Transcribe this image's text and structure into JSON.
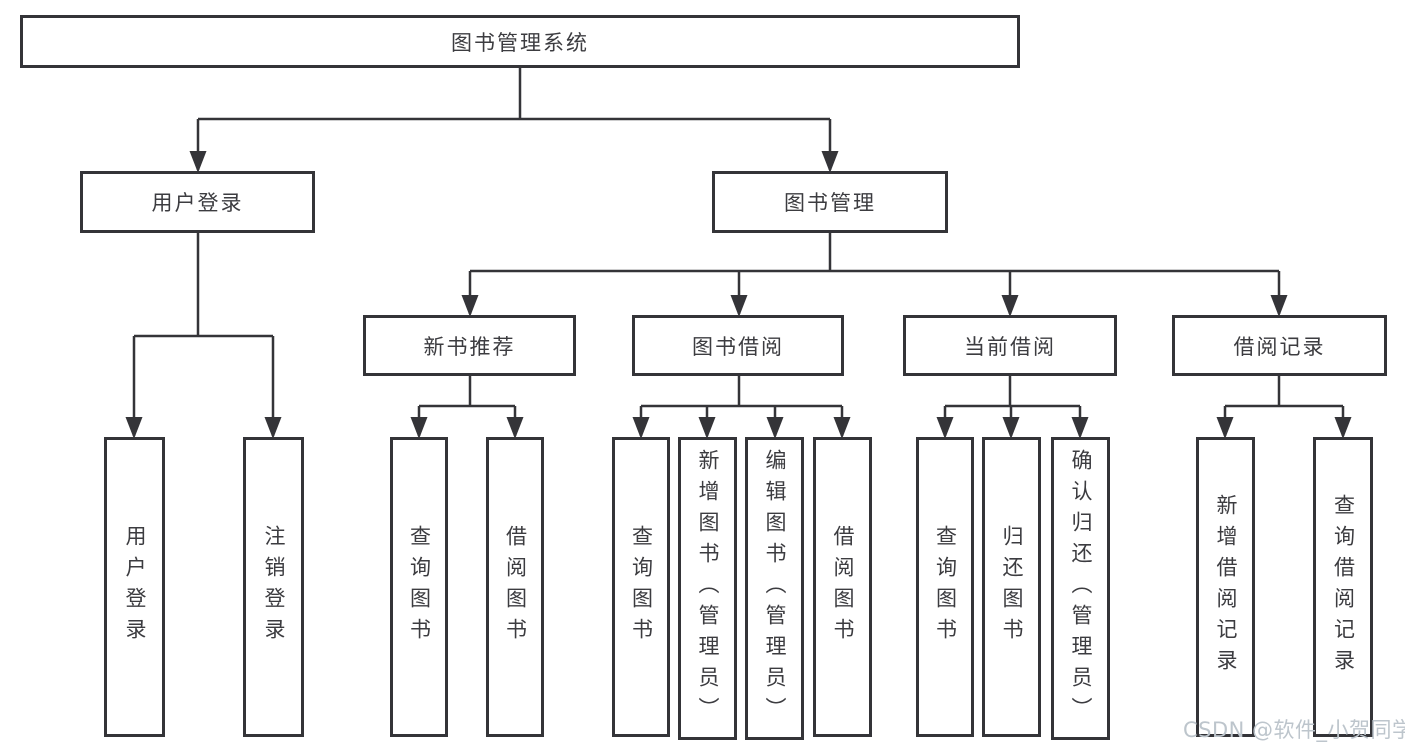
{
  "diagram": {
    "root": {
      "label": "图书管理系统"
    },
    "branches": [
      {
        "label": "用户登录",
        "parent": "图书管理系统"
      },
      {
        "label": "图书管理",
        "parent": "图书管理系统"
      }
    ],
    "modules": [
      {
        "label": "新书推荐",
        "parent": "图书管理"
      },
      {
        "label": "图书借阅",
        "parent": "图书管理"
      },
      {
        "label": "当前借阅",
        "parent": "图书管理"
      },
      {
        "label": "借阅记录",
        "parent": "图书管理"
      }
    ],
    "leaves": [
      {
        "label": "用户登录",
        "parent": "用户登录"
      },
      {
        "label": "注销登录",
        "parent": "用户登录"
      },
      {
        "label": "查询图书",
        "parent": "新书推荐"
      },
      {
        "label": "借阅图书",
        "parent": "新书推荐"
      },
      {
        "label": "查询图书",
        "parent": "图书借阅"
      },
      {
        "label": "新增图书（管理员）",
        "parent": "图书借阅"
      },
      {
        "label": "编辑图书（管理员）",
        "parent": "图书借阅"
      },
      {
        "label": "借阅图书",
        "parent": "图书借阅"
      },
      {
        "label": "查询图书",
        "parent": "当前借阅"
      },
      {
        "label": "归还图书",
        "parent": "当前借阅"
      },
      {
        "label": "确认归还（管理员）",
        "parent": "当前借阅"
      },
      {
        "label": "新增借阅记录",
        "parent": "借阅记录"
      },
      {
        "label": "查询借阅记录",
        "parent": "借阅记录"
      }
    ],
    "watermark": "CSDN @软件_小贺同学",
    "colors": {
      "line": "#343438",
      "box_border": "#343438",
      "text": "#3c3c40",
      "watermark": "#bdc5cc",
      "background": "#ffffff"
    }
  }
}
